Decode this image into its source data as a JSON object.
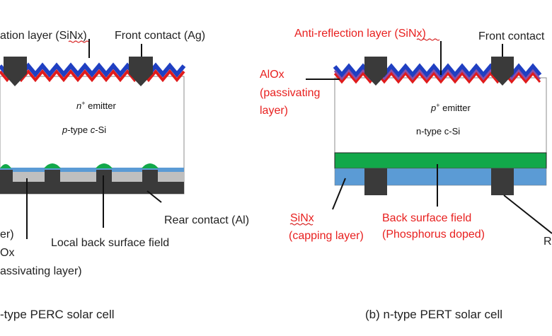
{
  "panel_a": {
    "label_antireflection": "ation layer (SiNx)",
    "label_front_contact": "Front contact (Ag)",
    "label_emitter_prefix": "n",
    "label_emitter_sup": "+",
    "label_emitter_suffix": " emitter",
    "label_base_p": "p",
    "label_base_mid": "-type ",
    "label_base_c": "c",
    "label_base_si": "-Si",
    "label_rear_contact": "Rear contact (Al)",
    "label_left_1": "er)",
    "label_left_2": "Ox",
    "label_left_3": "assivating layer)",
    "label_local_bsf": "Local back surface field",
    "caption": "-type PERC solar cell"
  },
  "panel_b": {
    "label_antireflection_pre": "Anti-reflection layer (",
    "label_antireflection_sinx": "SiNx",
    "label_antireflection_post": ")",
    "label_front_contact": "Front contact",
    "label_alox_1": "AlOx",
    "label_alox_2": "(passivating",
    "label_alox_3": "layer)",
    "label_emitter_prefix": "p",
    "label_emitter_sup": "+",
    "label_emitter_suffix": " emitter",
    "label_base": "n-type  c-Si",
    "label_sinx_1": "SiNx",
    "label_sinx_2": "(capping layer)",
    "label_bsf_1": "Back surface field",
    "label_bsf_2": "(Phosphorus doped)",
    "label_right_cut": "R",
    "caption": "(b) n-type PERT solar cell"
  },
  "colors": {
    "sinx_blue": "#1f3fc2",
    "emitter_red": "#e01b1b",
    "alox_purple": "#8a4fa8",
    "contact_dark": "#3a3a3a",
    "bsf_green": "#12a84a",
    "capping_blue": "#5b9bd5",
    "rear_gray": "#bfbfbf",
    "label_red": "#e8201f"
  }
}
